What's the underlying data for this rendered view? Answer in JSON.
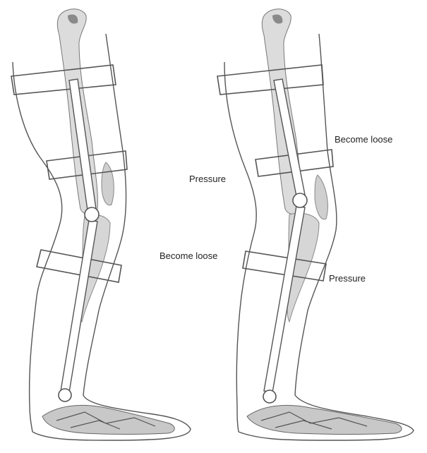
{
  "labels": {
    "pressure_upper": "Pressure",
    "become_loose_upper": "Become loose",
    "become_loose_lower": "Become loose",
    "pressure_lower": "Pressure"
  },
  "colors": {
    "line": "#555555",
    "bone": "#8a8a8a",
    "bone_dark": "#5e5e5e",
    "text": "#222222"
  },
  "figures": [
    {
      "name": "leg-orthosis-neutral",
      "labels": []
    },
    {
      "name": "leg-orthosis-misaligned",
      "labels": [
        "Pressure",
        "Become loose",
        "Become loose",
        "Pressure"
      ]
    }
  ]
}
